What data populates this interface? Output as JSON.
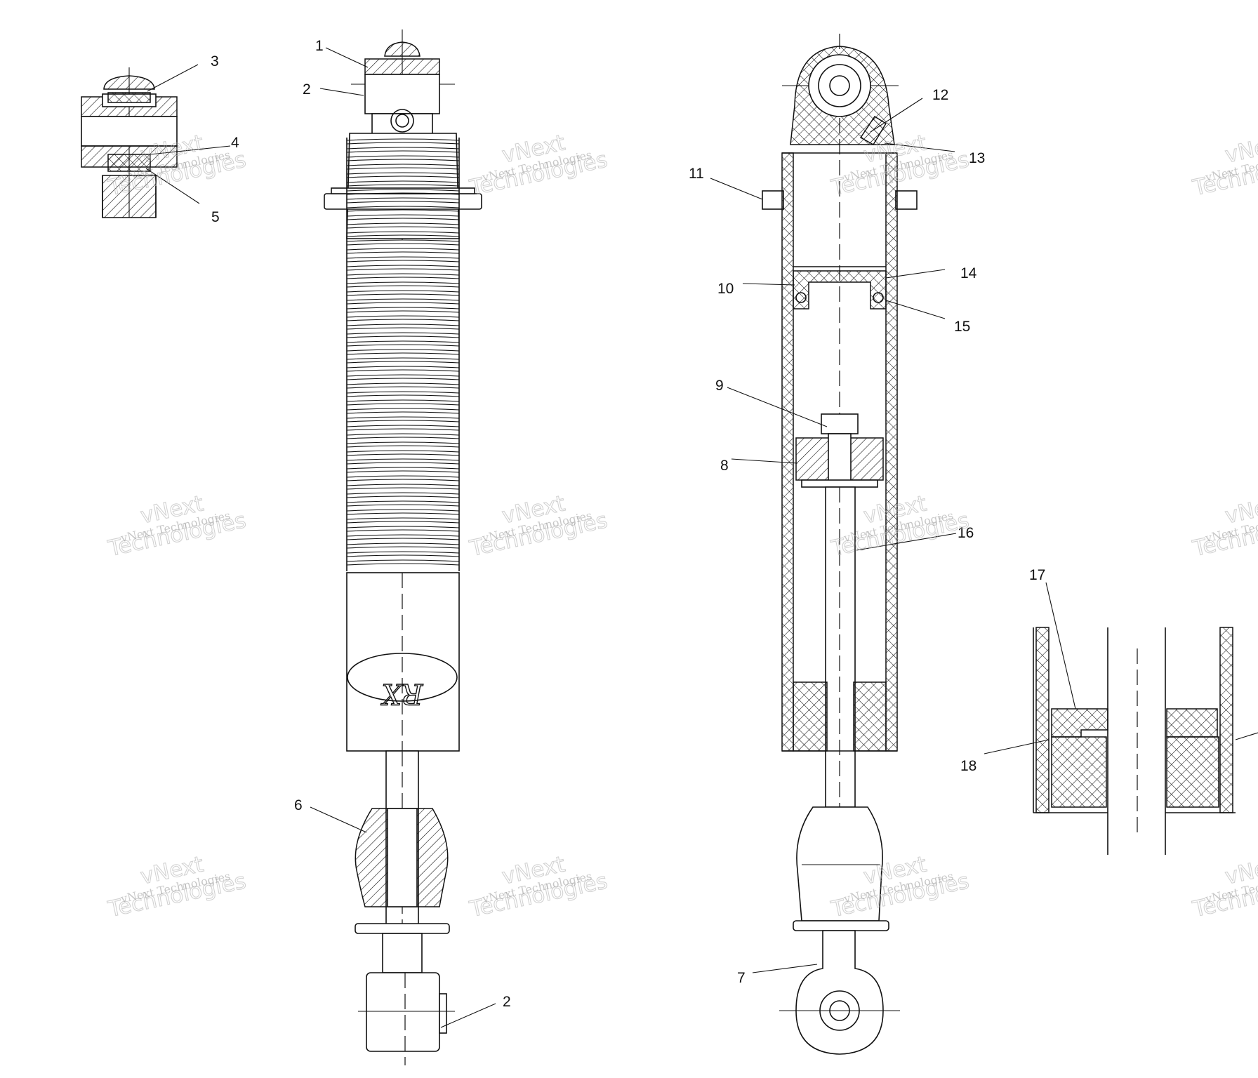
{
  "callouts": {
    "c1": "1",
    "c2a": "2",
    "c2b": "2",
    "c3": "3",
    "c4": "4",
    "c5": "5",
    "c6": "6",
    "c7": "7",
    "c8": "8",
    "c9": "9",
    "c10": "10",
    "c11": "11",
    "c12": "12",
    "c13": "13",
    "c14": "14",
    "c15": "15",
    "c16": "16",
    "c17": "17",
    "c18": "18"
  },
  "watermark": {
    "line1": "vNext Technologies",
    "line2": "vNext",
    "line3": "Technologies"
  },
  "colors": {
    "ink": "#111111",
    "watermark": "#9a9a9a",
    "background": "#ffffff"
  }
}
